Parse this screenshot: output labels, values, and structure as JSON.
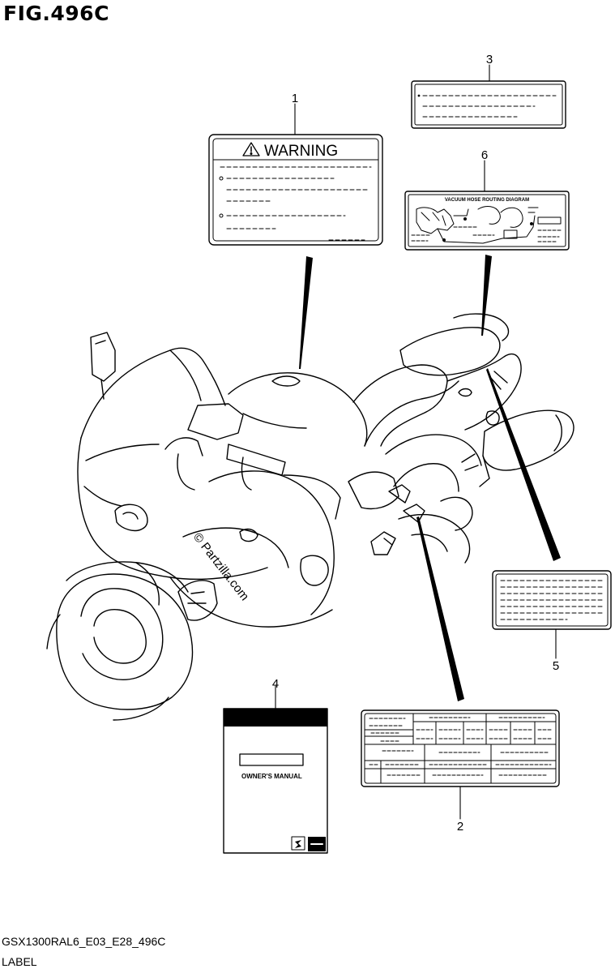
{
  "figure": {
    "title": "FIG.496C",
    "code": "GSX1300RAL6_E03_E28_496C",
    "label": "LABEL"
  },
  "callouts": [
    "1",
    "2",
    "3",
    "4",
    "5",
    "6"
  ],
  "label_1": {
    "heading": "WARNING",
    "icon": "warning-triangle-icon"
  },
  "label_6": {
    "heading": "VACUUM HOSE ROUTING DIAGRAM"
  },
  "label_4": {
    "heading": "OWNER'S MANUAL",
    "logo": "suzuki-logo-icon"
  },
  "watermark": "© Partzilla.com"
}
